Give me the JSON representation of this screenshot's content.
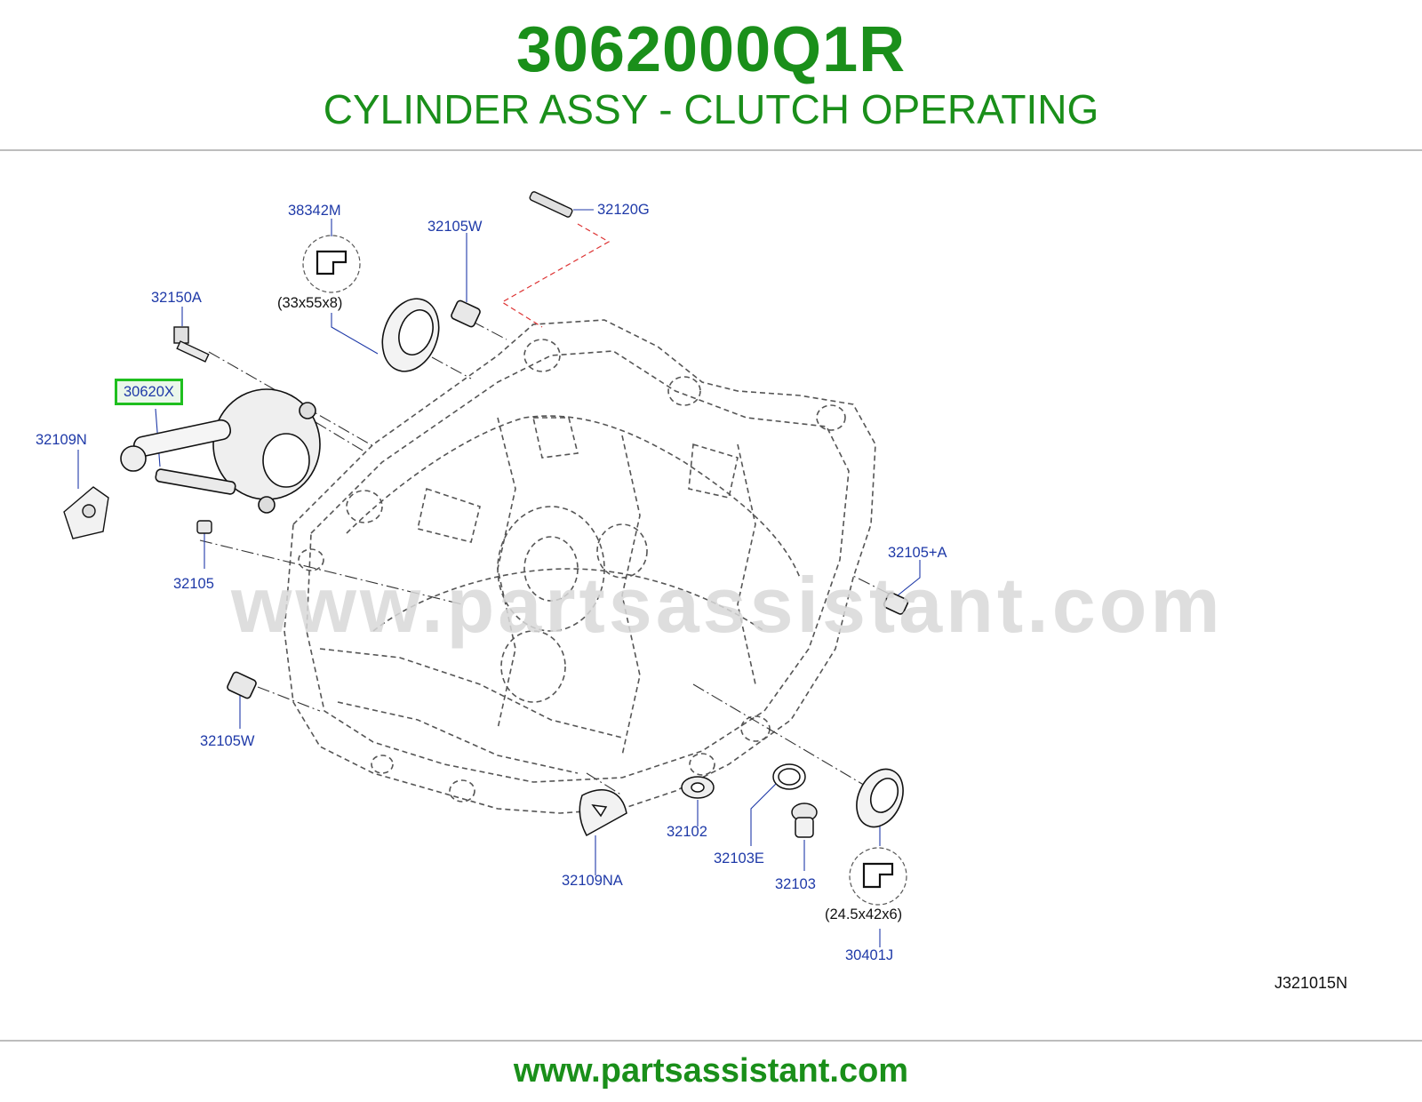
{
  "header": {
    "part_number": "3062000Q1R",
    "title": "CYLINDER ASSY - CLUTCH OPERATING"
  },
  "diagram": {
    "watermark": "www.partsassistant.com",
    "reference_code": "J321015N",
    "highlighted_part": "30620X",
    "labels": {
      "l_38342M": "38342M",
      "l_32105W_top": "32105W",
      "l_32120G": "32120G",
      "l_32150A": "32150A",
      "l_32109N": "32109N",
      "l_32105": "32105",
      "l_32105W_bottom": "32105W",
      "l_32105A": "32105+A",
      "l_32109NA": "32109NA",
      "l_32102": "32102",
      "l_32103E": "32103E",
      "l_32103": "32103",
      "l_30401J": "30401J"
    },
    "dimensions": {
      "seal_top": "(33x55x8)",
      "seal_bottom": "(24.5x42x6)"
    }
  },
  "footer": {
    "url": "www.partsassistant.com"
  },
  "colors": {
    "title_green": "#1a8f1a",
    "label_blue": "#1f3aa8",
    "highlight_border": "#1fbf1f",
    "watermark_gray": "#d9d9d9"
  }
}
